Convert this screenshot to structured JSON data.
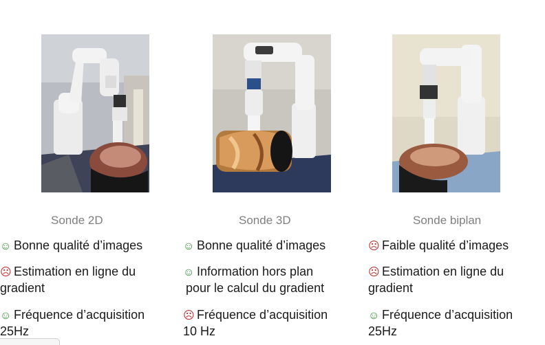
{
  "panels": [
    {
      "caption": "Sonde 2D",
      "items": [
        {
          "icon": "smiley-happy-icon",
          "line1": "Bonne qualité d’images",
          "line2": ""
        },
        {
          "icon": "smiley-sad-icon",
          "line1": "Estimation en ligne du",
          "line2": "gradient"
        },
        {
          "icon": "smiley-happy-icon",
          "line1": "Fréquence d’acquisition",
          "line2": "25Hz"
        }
      ]
    },
    {
      "caption": "Sonde 3D",
      "items": [
        {
          "icon": "smiley-happy-icon",
          "line1": "Bonne qualité d’images",
          "line2": ""
        },
        {
          "icon": "smiley-happy-icon",
          "line1": "Information hors plan",
          "line2": "pour le calcul du gradient"
        },
        {
          "icon": "smiley-sad-icon",
          "line1": "Fréquence d’acquisition",
          "line2": "10 Hz"
        }
      ]
    },
    {
      "caption": "Sonde biplan",
      "items": [
        {
          "icon": "smiley-sad-icon",
          "line1": "Faible qualité d’images",
          "line2": ""
        },
        {
          "icon": "smiley-sad-icon",
          "line1": "Estimation en ligne du",
          "line2": "gradient"
        },
        {
          "icon": "smiley-happy-icon",
          "line1": "Fréquence d’acquisition",
          "line2": "25Hz"
        }
      ]
    }
  ],
  "symbols": {
    "happy": "☺",
    "sad": "☹"
  },
  "colors": {
    "caption": "#7f7f7f",
    "good": "#2e8b2e",
    "bad": "#c22a2a"
  }
}
